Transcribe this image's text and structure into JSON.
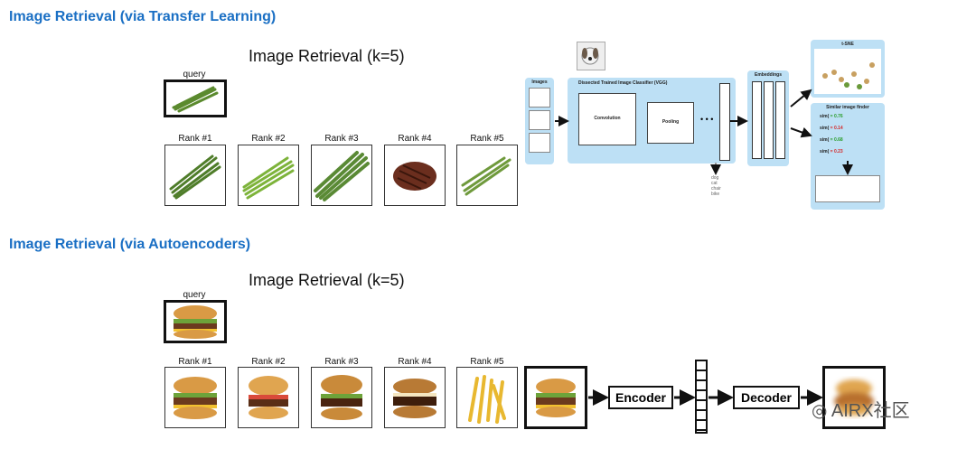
{
  "section1": {
    "title": "Image Retrieval (via Transfer Learning)",
    "retrieval_title": "Image Retrieval (k=5)",
    "query_label": "query",
    "query_image": "asparagus",
    "ranks": [
      {
        "label": "Rank #1",
        "image": "asparagus"
      },
      {
        "label": "Rank #2",
        "image": "asparagus"
      },
      {
        "label": "Rank #3",
        "image": "asparagus"
      },
      {
        "label": "Rank #4",
        "image": "steak"
      },
      {
        "label": "Rank #5",
        "image": "asparagus"
      }
    ],
    "pipeline": {
      "images_label": "Images",
      "classifier_label": "Dissected Trained Image Classifier (VGG)",
      "convolution_label": "Convolution",
      "pooling_label": "Pooling",
      "ellipsis": "• • •",
      "class_labels": [
        "dog",
        "cat",
        "chair",
        "bike"
      ],
      "embeddings_label": "Embeddings",
      "tsne_label": "t-SNE",
      "finder_label": "Similar image finder",
      "similarities": [
        {
          "text": "sim(",
          "value": "= 0.76",
          "color": "#2a9d2a"
        },
        {
          "text": "sim(",
          "value": "= 0.14",
          "color": "#d62828"
        },
        {
          "text": "sim(",
          "value": "= 0.68",
          "color": "#2a9d2a"
        },
        {
          "text": "sim(",
          "value": "= 0.23",
          "color": "#d62828"
        }
      ]
    }
  },
  "section2": {
    "title": "Image Retrieval (via Autoencoders)",
    "retrieval_title": "Image Retrieval (k=5)",
    "query_label": "query",
    "query_image": "burger",
    "ranks": [
      {
        "label": "Rank #1",
        "image": "burger"
      },
      {
        "label": "Rank #2",
        "image": "burger"
      },
      {
        "label": "Rank #3",
        "image": "burger"
      },
      {
        "label": "Rank #4",
        "image": "burger"
      },
      {
        "label": "Rank #5",
        "image": "fries"
      }
    ],
    "encoder_label": "Encoder",
    "decoder_label": "Decoder"
  },
  "watermark": "AIRX社区",
  "colors": {
    "accent": "#1a6fc4",
    "panel": "#bde0f5",
    "asparagus": "#5b8a2e",
    "steak": "#6b2e1e"
  }
}
